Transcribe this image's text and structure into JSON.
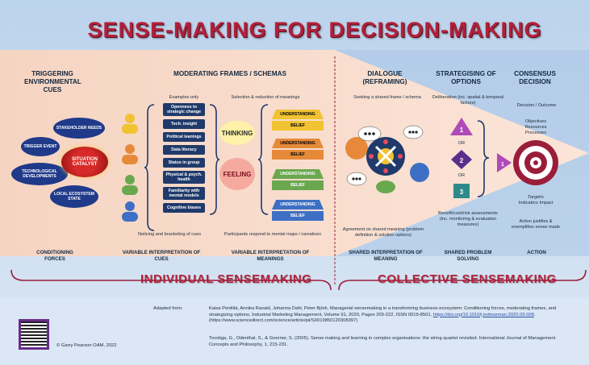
{
  "title": "SENSE-MAKING FOR DECISION-MAKING",
  "columns": {
    "triggering": "TRIGGERING ENVIRONMENTAL CUES",
    "moderating": "MODERATING FRAMES / SCHEMAS",
    "dialogue": "DIALOGUE (REFRAMING)",
    "strategising": "STRATEGISING OF OPTIONS",
    "consensus": "CONSENSUS DECISION"
  },
  "clouds": {
    "stakeholder": "STAKEHOLDER NEEDS",
    "trigger": "TRIGGER EVENT",
    "technological": "TECHNOLOGICAL DEVELOPMENTS",
    "local": "LOCAL ECOSYSTEM STATE",
    "catalyst": "SITUATION CATALYST"
  },
  "examples_only": "Examples only",
  "frames": [
    "Openness to strategic change",
    "Tech. insight",
    "Political leanings",
    "Data literacy",
    "Status in group",
    "Physical & psych. health",
    "Familiarity with mental models",
    "Cognitive biases"
  ],
  "selection": "Selection & reduction of meanings",
  "thinking": "THINKING",
  "feeling": "FEELING",
  "understanding": "UNDERSTANDING",
  "belief": "BELIEF",
  "noticing": "Noticing and bracketing of cues",
  "participants": "Participants respond to mental maps / narratives",
  "seeking": "Seeking a shared frame / schema",
  "agreement": "Agreement on shared meaning (problem definition & solution options)",
  "deliberation": "Deliberation (inc. spatial & temporal factors)",
  "or": "OR",
  "option_numbers": [
    "1",
    "2",
    "3"
  ],
  "benefit": "Benefit/cost/risk assessments (inc. monitoring & evaluation measures)",
  "decision_outcome": "Decision / Outcome",
  "objectives": "Objectives Resources Processes",
  "targets": "Target/s Indicators Impact",
  "action_justifies": "Action justifies & exemplifies sense made",
  "bottom_labels": {
    "conditioning": "CONDITIONING FORCES",
    "variable_cues": "VARIABLE INTERPRETATION OF CUES",
    "variable_meanings": "VARIABLE INTERPRETATION OF MEANINGS",
    "shared_meaning": "SHARED INTERPRETATION OF MEANING",
    "shared_problem": "SHARED PROBLEM SOLVING",
    "action": "ACTION"
  },
  "individual": "INDIVIDUAL SENSEMAKING",
  "collective": "COLLECTIVE SENSEMAKING",
  "adapted_from": "Adapted from:",
  "ref1": "Kaisa Penttilä, Annika Ravald, Johanna Dahl, Peter Björk, Managerial sensemaking in a transforming business ecosystem: Conditioning forces, moderating frames, and strategizing options, Industrial Marketing Management, Volume 91, 2020, Pages 209-222, ISSN 0019-8501,",
  "ref1_link": "https://doi.org/10.1016/j.indmarman.2020.09.008",
  "ref1_tail": ". (https://www.sciencedirect.com/science/article/pii/S0019850120308397)",
  "ref2": "Tovstiga, G., Odenthal, S., & Goerner, S. (2005). Sense making and learning in complex organisations: the string quartet revisited. International Journal of Management Concepts and Philosophy, 1, 215-231.",
  "copyright": "© Garry Pearson OAM, 2022"
}
